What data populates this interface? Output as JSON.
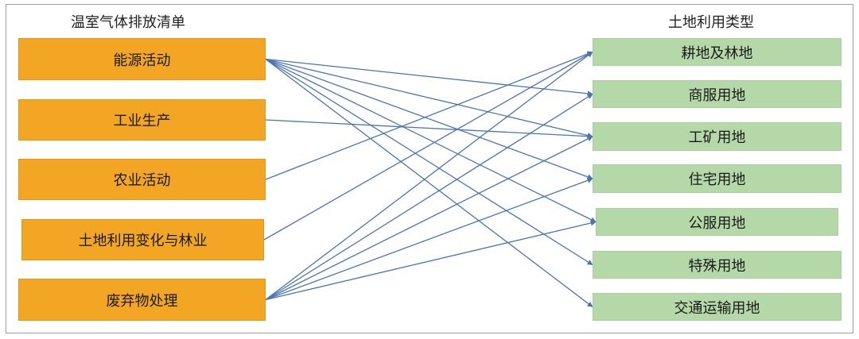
{
  "headers": {
    "left": "温室气体排放清单",
    "right": "土地利用类型"
  },
  "sources": [
    {
      "label": "能源活动",
      "color": "#f2a623"
    },
    {
      "label": "工业生产",
      "color": "#f2a623"
    },
    {
      "label": "农业活动",
      "color": "#f2a623"
    },
    {
      "label": "土地利用变化与林业",
      "color": "#f2a623"
    },
    {
      "label": "废弃物处理",
      "color": "#f2a623"
    }
  ],
  "targets": [
    {
      "label": "耕地及林地",
      "color": "#b5d8a8"
    },
    {
      "label": "商服用地",
      "color": "#b5d8a8"
    },
    {
      "label": "工矿用地",
      "color": "#b5d8a8"
    },
    {
      "label": "住宅用地",
      "color": "#b5d8a8"
    },
    {
      "label": "公服用地",
      "color": "#b5d8a8"
    },
    {
      "label": "特殊用地",
      "color": "#b5d8a8"
    },
    {
      "label": "交通运输用地",
      "color": "#b5d8a8"
    }
  ],
  "links": [
    {
      "from": "能源活动",
      "to": "商服用地"
    },
    {
      "from": "能源活动",
      "to": "工矿用地"
    },
    {
      "from": "能源活动",
      "to": "住宅用地"
    },
    {
      "from": "能源活动",
      "to": "公服用地"
    },
    {
      "from": "能源活动",
      "to": "特殊用地"
    },
    {
      "from": "能源活动",
      "to": "交通运输用地"
    },
    {
      "from": "工业生产",
      "to": "工矿用地"
    },
    {
      "from": "农业活动",
      "to": "耕地及林地"
    },
    {
      "from": "土地利用变化与林业",
      "to": "耕地及林地"
    },
    {
      "from": "废弃物处理",
      "to": "耕地及林地"
    },
    {
      "from": "废弃物处理",
      "to": "商服用地"
    },
    {
      "from": "废弃物处理",
      "to": "工矿用地"
    },
    {
      "from": "废弃物处理",
      "to": "住宅用地"
    },
    {
      "from": "废弃物处理",
      "to": "公服用地"
    }
  ],
  "link_color": "#4a74b4"
}
